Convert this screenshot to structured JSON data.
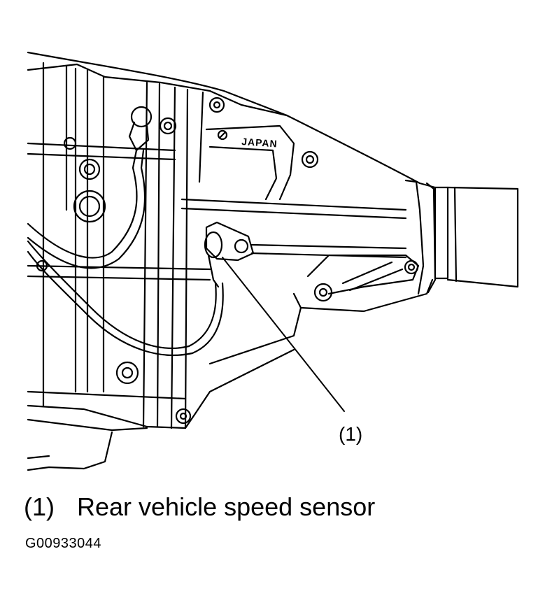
{
  "diagram": {
    "stamp_text": "JAPAN",
    "callouts": [
      {
        "id": "1",
        "label": "(1)"
      }
    ]
  },
  "legend": {
    "items": [
      {
        "number": "(1)",
        "text": "Rear vehicle speed sensor"
      }
    ]
  },
  "figure_id": "G00933044"
}
